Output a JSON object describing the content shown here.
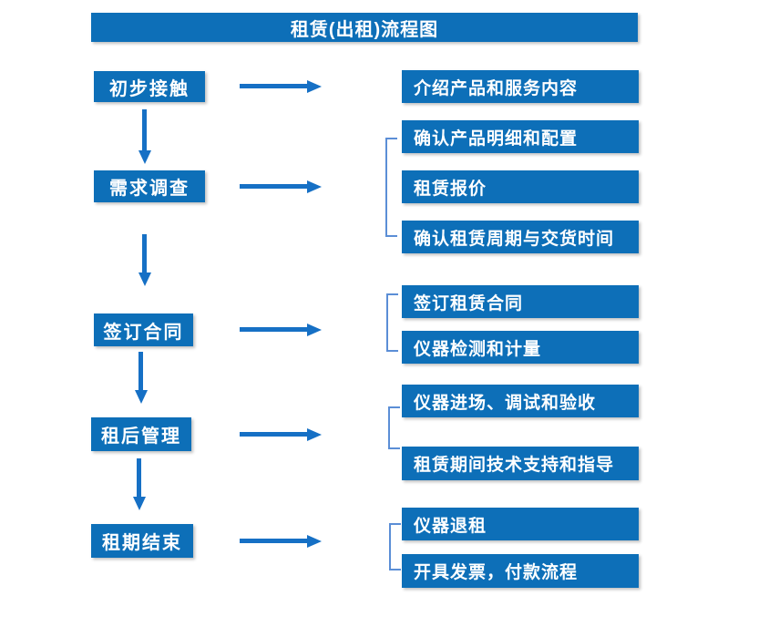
{
  "title": "租赁(出租)流程图",
  "colors": {
    "box": "#0d6fb8",
    "arrow": "#1670c5",
    "bracket": "#5b8ed6",
    "text": "#ffffff",
    "background": "#ffffff"
  },
  "steps": [
    {
      "label": "初步接触",
      "outputs": [
        "介绍产品和服务内容"
      ]
    },
    {
      "label": "需求调查",
      "outputs": [
        "确认产品明细和配置",
        "租赁报价",
        "确认租赁周期与交货时间"
      ]
    },
    {
      "label": "签订合同",
      "outputs": [
        "签订租赁合同",
        "仪器检测和计量"
      ]
    },
    {
      "label": "租后管理",
      "outputs": [
        "仪器进场、调试和验收",
        "租赁期间技术支持和指导"
      ]
    },
    {
      "label": "租期结束",
      "outputs": [
        "仪器退租",
        "开具发票，付款流程"
      ]
    }
  ]
}
